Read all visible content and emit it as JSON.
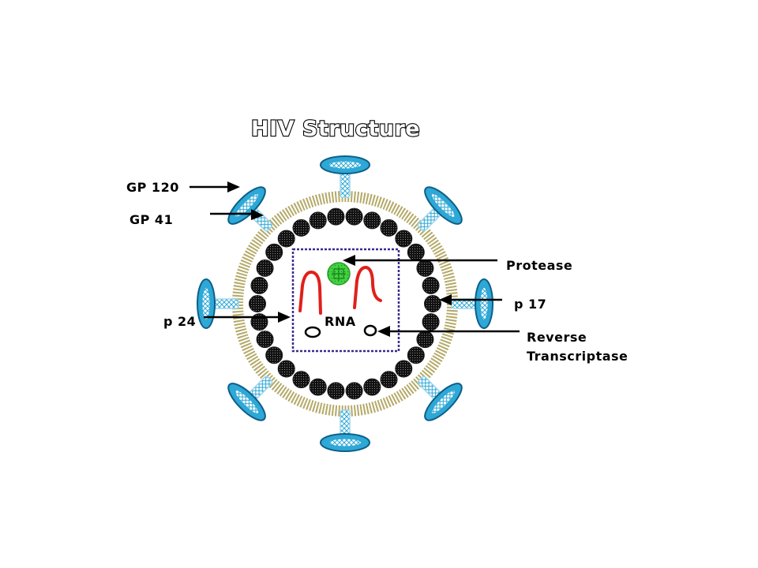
{
  "diagram": {
    "title": "HIV Structure",
    "labels": {
      "gp120": "GP 120",
      "gp41": "GP 41",
      "protease": "Protease",
      "p17": "p 17",
      "p24": "p 24",
      "rna": "RNA",
      "reverse": "Reverse",
      "transcriptase": "Transcriptase"
    },
    "colors": {
      "spike": "#2ea8d6",
      "spike_dark": "#0d5f87",
      "spike_pattern": "#9ed6ee",
      "envelope": "#b5a968",
      "matrix_bead": "#1a1a1a",
      "capsid_border": "#3b2b8c",
      "rna": "#e0201a",
      "protease": "#3fd33f",
      "background": "#ffffff"
    }
  }
}
